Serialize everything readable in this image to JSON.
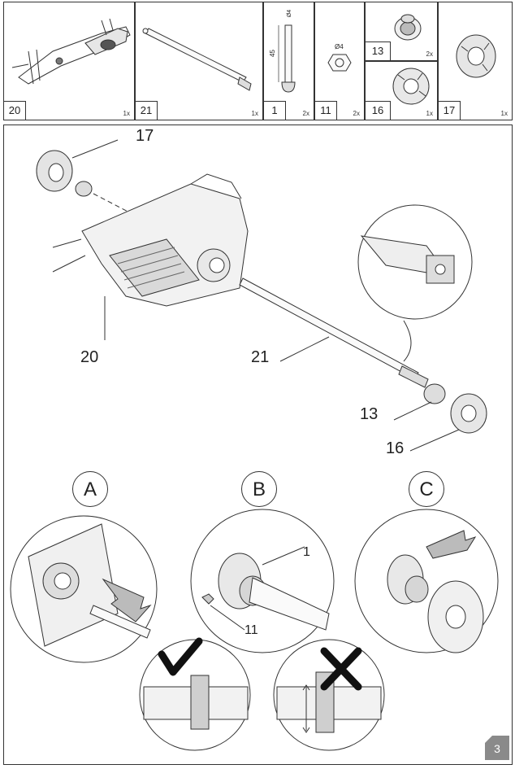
{
  "parts": [
    {
      "id": "part-20",
      "number": "20",
      "qty": "1x"
    },
    {
      "id": "part-21",
      "number": "21",
      "qty": "1x"
    },
    {
      "id": "part-1",
      "number": "1",
      "qty": "2x",
      "dim_diameter": "Ø4",
      "dim_length": "45"
    },
    {
      "id": "part-11",
      "number": "11",
      "qty": "2x",
      "dim_diameter": "Ø4"
    },
    {
      "id": "part-13",
      "number": "13",
      "qty": "2x"
    },
    {
      "id": "part-16",
      "number": "16",
      "qty": "1x"
    },
    {
      "id": "part-17",
      "number": "17",
      "qty": "1x"
    }
  ],
  "callouts": {
    "c17": "17",
    "c20": "20",
    "c21": "21",
    "c13": "13",
    "c16": "16",
    "c1": "1",
    "c11": "11"
  },
  "steps": {
    "a": "A",
    "b": "B",
    "c": "C"
  },
  "page_number": "3"
}
